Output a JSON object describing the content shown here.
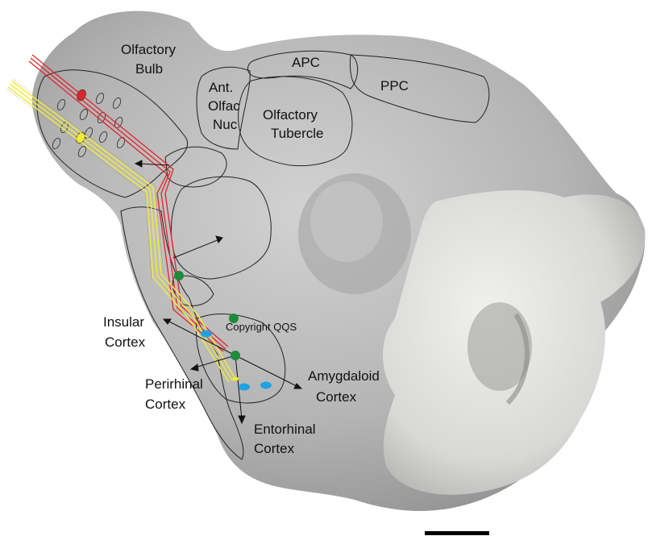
{
  "labels": {
    "olfactory_bulb": [
      "Olfactory",
      "Bulb"
    ],
    "apc": "APC",
    "ppc": "PPC",
    "anterior_olfactory_nucleus": [
      "Ant.",
      "Olfac",
      "Nuc"
    ],
    "olfactory_tubercle": [
      "Olfactory",
      "Tubercle"
    ],
    "insular_cortex": [
      "Insular",
      "Cortex"
    ],
    "perirhinal_cortex": [
      "Perirhinal",
      "Cortex"
    ],
    "amygdaloid_cortex": [
      "Amygdaloid",
      "Cortex"
    ],
    "entorhinal_cortex": [
      "Entorhinal",
      "Cortex"
    ],
    "copyright": "Copyright QQS"
  },
  "colors": {
    "red_tract": "#e0242c",
    "yellow_tract": "#f2ea3c",
    "green_dot": "#1f8a3a",
    "blue_dot": "#1ea3e0",
    "brain_tissue": "#b9b9b9",
    "outline": "#222222"
  },
  "scale_bar": "black horizontal bar"
}
